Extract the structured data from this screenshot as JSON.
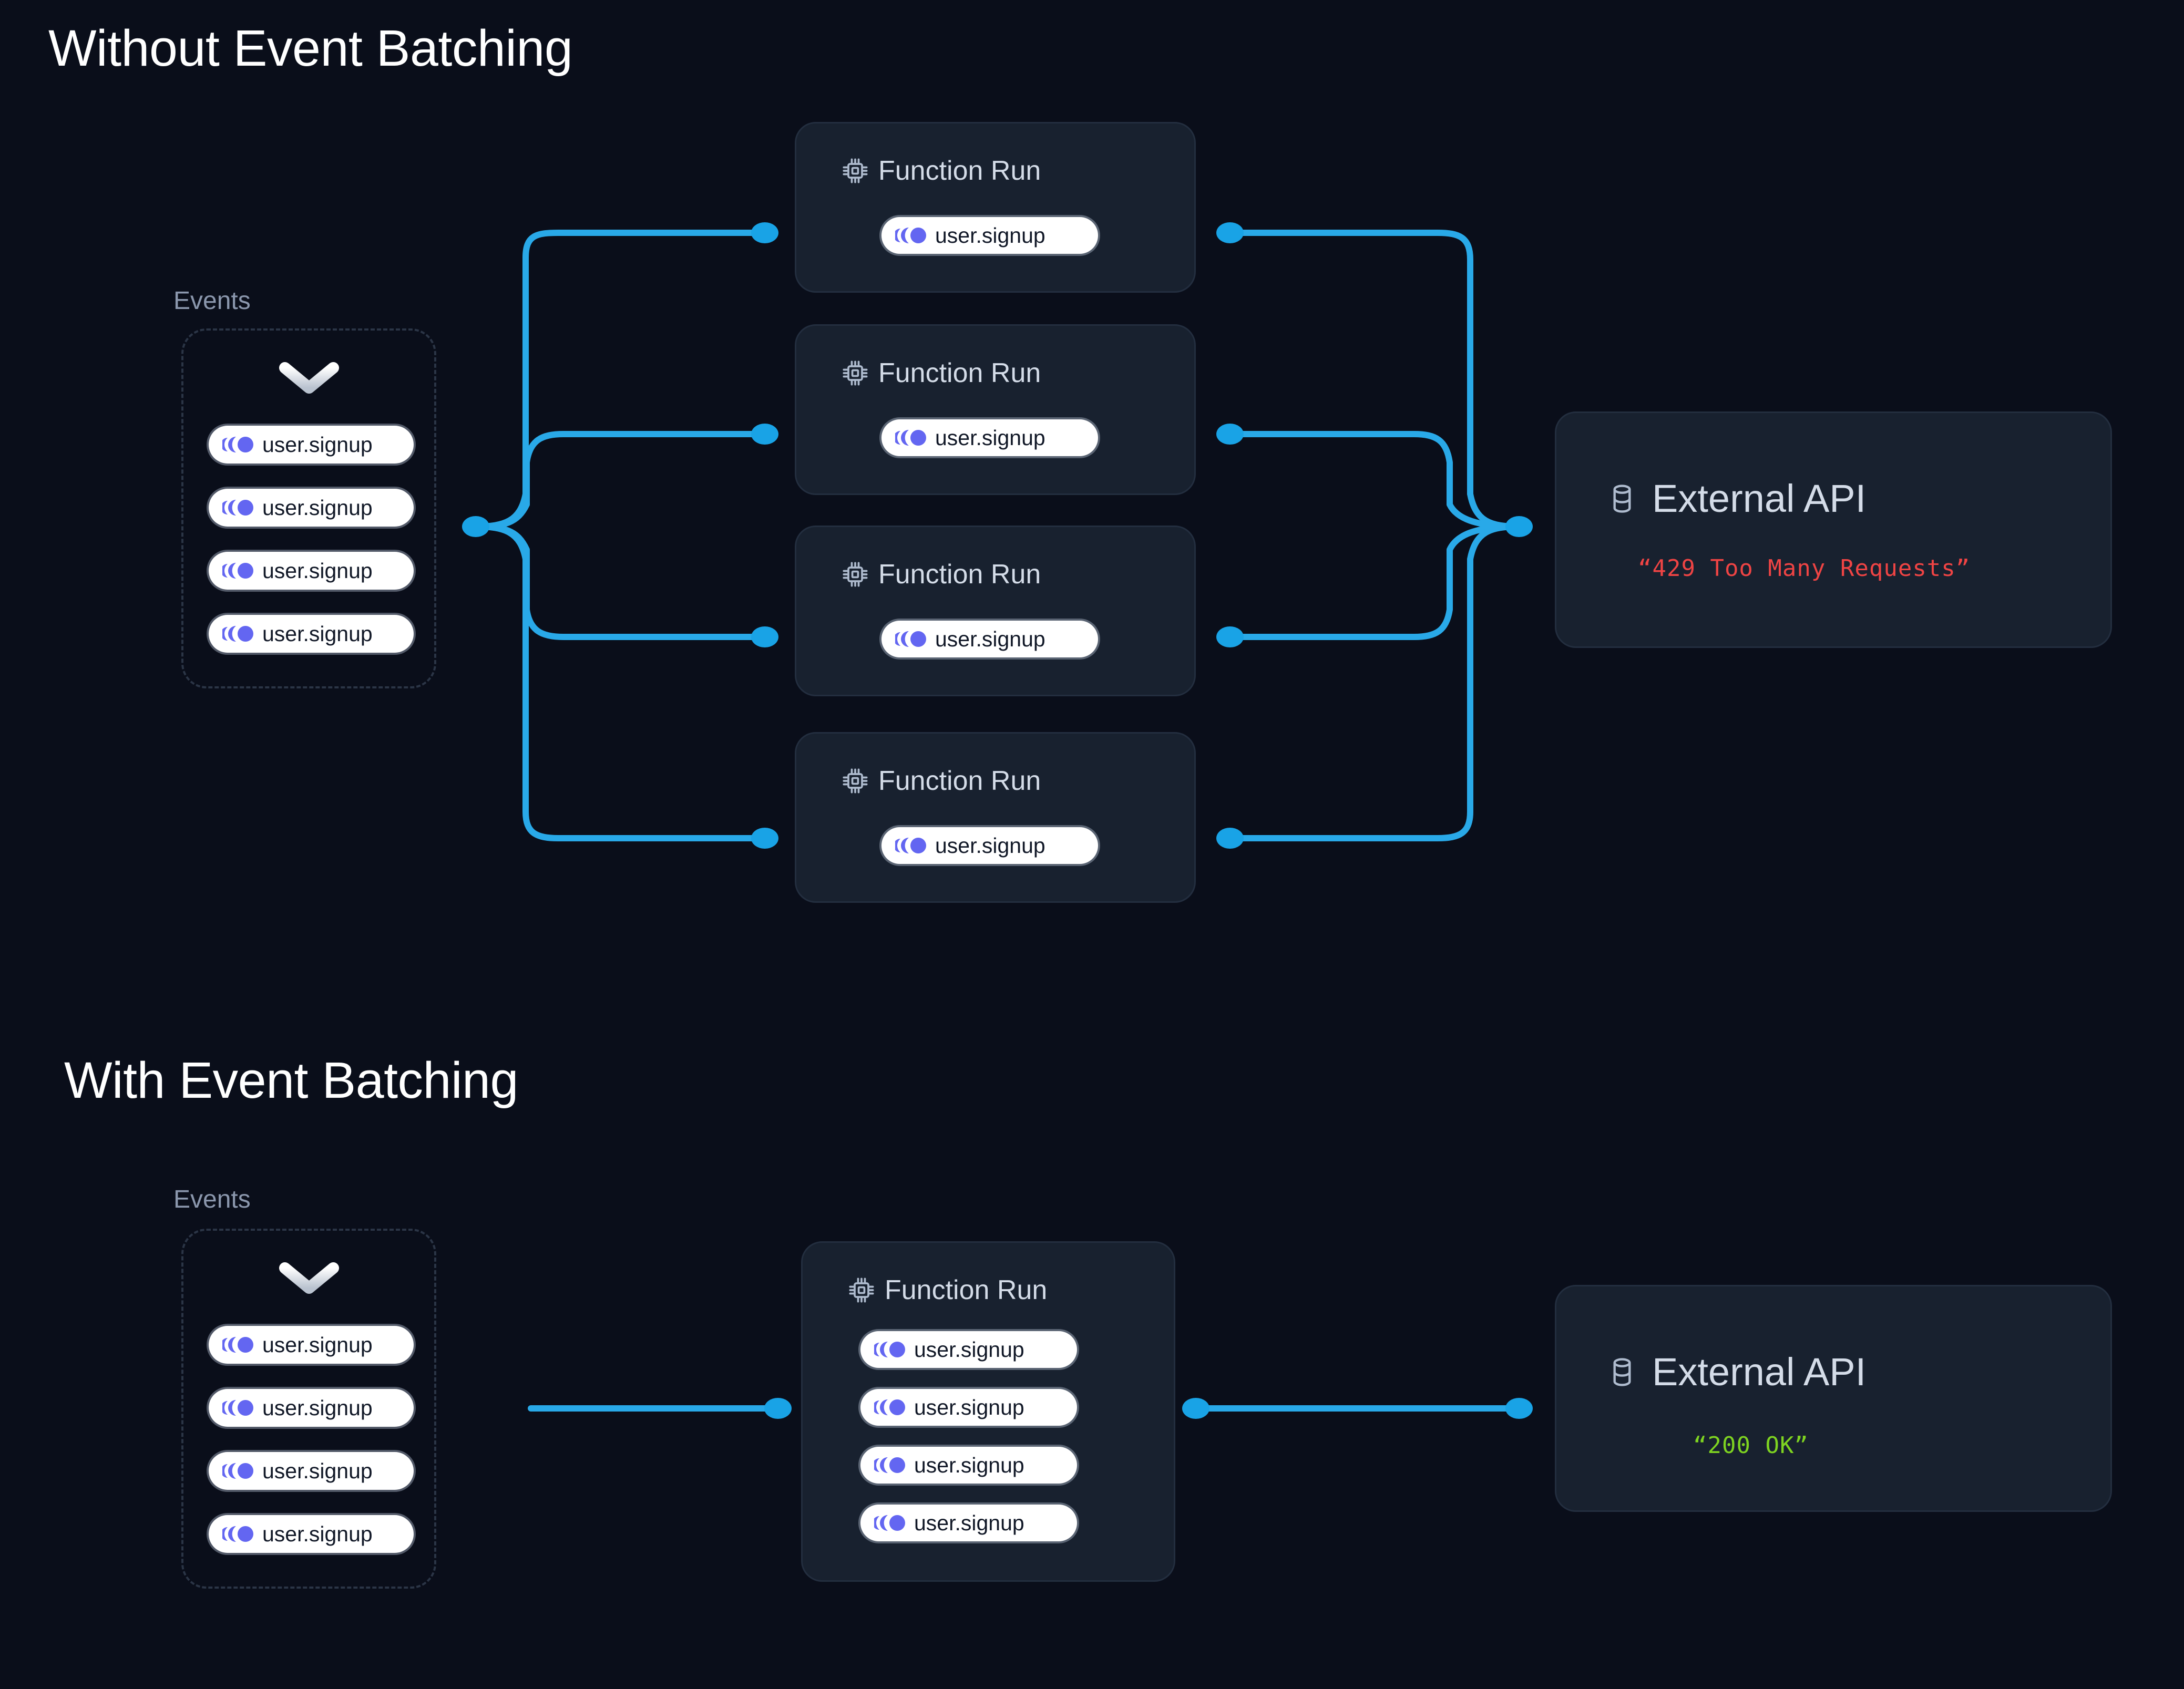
{
  "page": {
    "background_color": "#0a0e1a",
    "wire_color": "#29a9e8",
    "event_icon_color": "#6366f1",
    "card_bg_color": "#18212f",
    "error_color": "#ef4444",
    "success_color": "#7ed321"
  },
  "sections": [
    {
      "id": "without-batching",
      "title": "Without Event Batching",
      "events_label": "Events",
      "events": [
        {
          "label": "user.signup",
          "icon": "event-trail-icon"
        },
        {
          "label": "user.signup",
          "icon": "event-trail-icon"
        },
        {
          "label": "user.signup",
          "icon": "event-trail-icon"
        },
        {
          "label": "user.signup",
          "icon": "event-trail-icon"
        }
      ],
      "function_runs": [
        {
          "title": "Function Run",
          "icon": "cpu-icon",
          "events": [
            {
              "label": "user.signup"
            }
          ]
        },
        {
          "title": "Function Run",
          "icon": "cpu-icon",
          "events": [
            {
              "label": "user.signup"
            }
          ]
        },
        {
          "title": "Function Run",
          "icon": "cpu-icon",
          "events": [
            {
              "label": "user.signup"
            }
          ]
        },
        {
          "title": "Function Run",
          "icon": "cpu-icon",
          "events": [
            {
              "label": "user.signup"
            }
          ]
        }
      ],
      "external_api": {
        "title": "External API",
        "icon": "database-icon",
        "status": "“429 Too Many Requests”",
        "status_color": "#ef4444"
      }
    },
    {
      "id": "with-batching",
      "title": "With Event Batching",
      "events_label": "Events",
      "events": [
        {
          "label": "user.signup",
          "icon": "event-trail-icon"
        },
        {
          "label": "user.signup",
          "icon": "event-trail-icon"
        },
        {
          "label": "user.signup",
          "icon": "event-trail-icon"
        },
        {
          "label": "user.signup",
          "icon": "event-trail-icon"
        }
      ],
      "function_runs": [
        {
          "title": "Function Run",
          "icon": "cpu-icon",
          "events": [
            {
              "label": "user.signup"
            },
            {
              "label": "user.signup"
            },
            {
              "label": "user.signup"
            },
            {
              "label": "user.signup"
            }
          ]
        }
      ],
      "external_api": {
        "title": "External API",
        "icon": "database-icon",
        "status": "“200 OK”",
        "status_color": "#7ed321"
      }
    }
  ]
}
